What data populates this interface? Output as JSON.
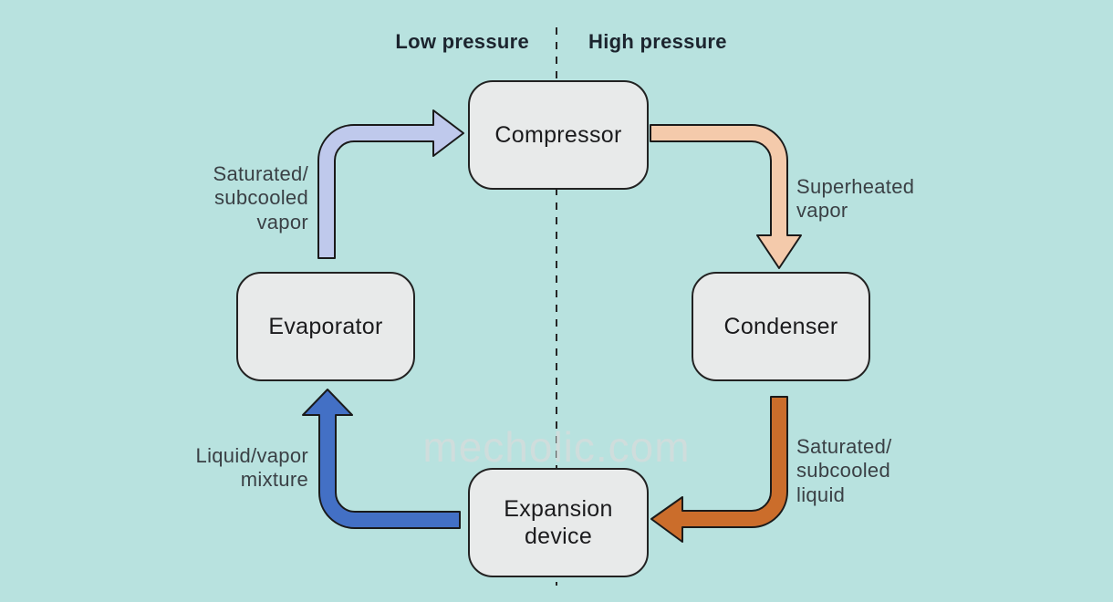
{
  "pressure_labels": {
    "low": "Low pressure",
    "high": "High pressure"
  },
  "components": {
    "compressor": {
      "label": "Compressor"
    },
    "condenser": {
      "label": "Condenser"
    },
    "evaporator": {
      "label": "Evaporator"
    },
    "expansion_device": {
      "label": "Expansion\ndevice"
    }
  },
  "flows": {
    "evaporator_to_compressor": {
      "label": "Saturated/\nsubcooled\nvapor",
      "color": "#bfc9ec"
    },
    "compressor_to_condenser": {
      "label": "Superheated\nvapor",
      "color": "#f4caab"
    },
    "condenser_to_expansion": {
      "label": "Saturated/\nsubcooled\nliquid",
      "color": "#cb6d2b"
    },
    "expansion_to_evaporator": {
      "label": "Liquid/vapor\nmixture",
      "color": "#4370c5"
    }
  },
  "watermark": "mecholic.com",
  "colors": {
    "background": "#b8e2df",
    "box_fill": "#e8eaea",
    "box_border": "#222222",
    "divider": "#262626",
    "label_text": "#3a4045",
    "heading_text": "#1c242e"
  }
}
